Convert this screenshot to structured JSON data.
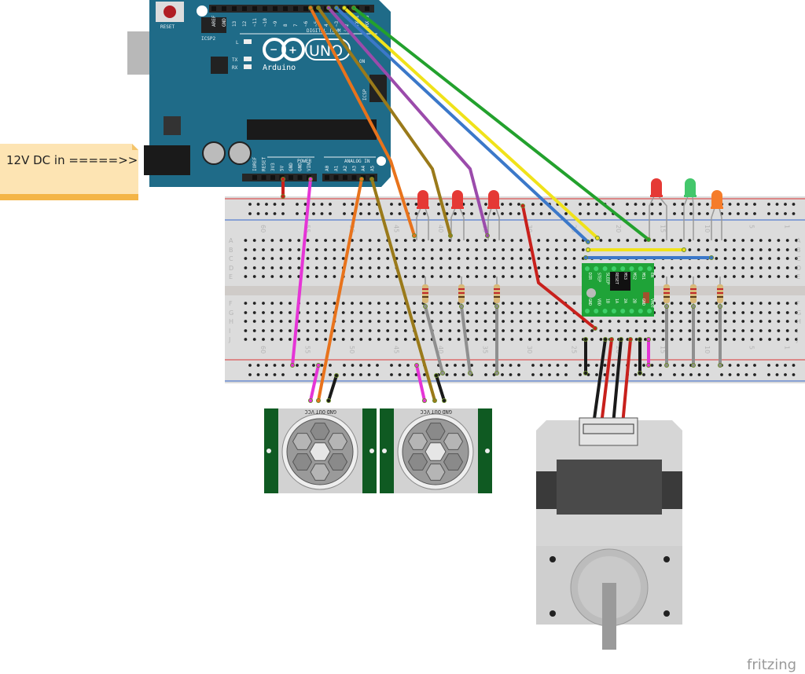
{
  "note": {
    "text": "12V DC in =====>>"
  },
  "arduino": {
    "reset_label": "RESET",
    "icsp2_label": "ICSP2",
    "icsp_label": "ICSP",
    "led_l": "L",
    "led_tx": "TX",
    "led_rx": "RX",
    "led_on": "ON",
    "brand": "Arduino",
    "model": "UNO",
    "digital_label": "DIGITAL (PWM ~)",
    "power_label": "POWER",
    "analog_label": "ANALOG IN",
    "digital_pins": [
      "AREF",
      "GND",
      "13",
      "12",
      "~11",
      "~10",
      "~9",
      "8",
      "7",
      "~6",
      "~5",
      "4",
      "~3",
      "2",
      "TX 1",
      "RX 0"
    ],
    "power_pins": [
      "IOREF",
      "RESET",
      "3V3",
      "5V",
      "GND",
      "GND",
      "VIN"
    ],
    "analog_pins": [
      "A0",
      "A1",
      "A2",
      "A3",
      "A4",
      "A5"
    ]
  },
  "breadboard": {
    "row_letters_top": [
      "A",
      "B",
      "C",
      "D",
      "E"
    ],
    "row_letters_bottom": [
      "F",
      "G",
      "H",
      "I",
      "J"
    ],
    "column_labels": [
      "60",
      "55",
      "50",
      "45",
      "40",
      "35",
      "30",
      "25",
      "20",
      "15",
      "10",
      "5",
      "1"
    ]
  },
  "driver": {
    "top_pins": [
      "DIR",
      "STEP",
      "SLEEP",
      "RESET",
      "MS3",
      "MS2",
      "MS1",
      "EN"
    ],
    "bottom_pins": [
      "GND",
      "VDD",
      "1B",
      "1A",
      "2A",
      "2B",
      "GND",
      "VMOT"
    ]
  },
  "pir_sensors": [
    {
      "pins": [
        "GND",
        "OUT",
        "VCC"
      ]
    },
    {
      "pins": [
        "GND",
        "OUT",
        "VCC"
      ]
    }
  ],
  "leds": [
    {
      "color": "#e53935"
    },
    {
      "color": "#e53935"
    },
    {
      "color": "#e53935"
    },
    {
      "color": "#e53935"
    },
    {
      "color": "#43c76b"
    },
    {
      "color": "#f57c2a"
    }
  ],
  "wire_colors": {
    "orange": "#e8731c",
    "brown": "#9a7a1a",
    "purple": "#9b4bab",
    "blue": "#3b78c9",
    "yellow": "#f0e21a",
    "green": "#23a12d",
    "red": "#c8201c",
    "pink": "#e535d6",
    "black": "#1a1a1a",
    "gray": "#8f8f8f"
  },
  "watermark": "fritzing"
}
